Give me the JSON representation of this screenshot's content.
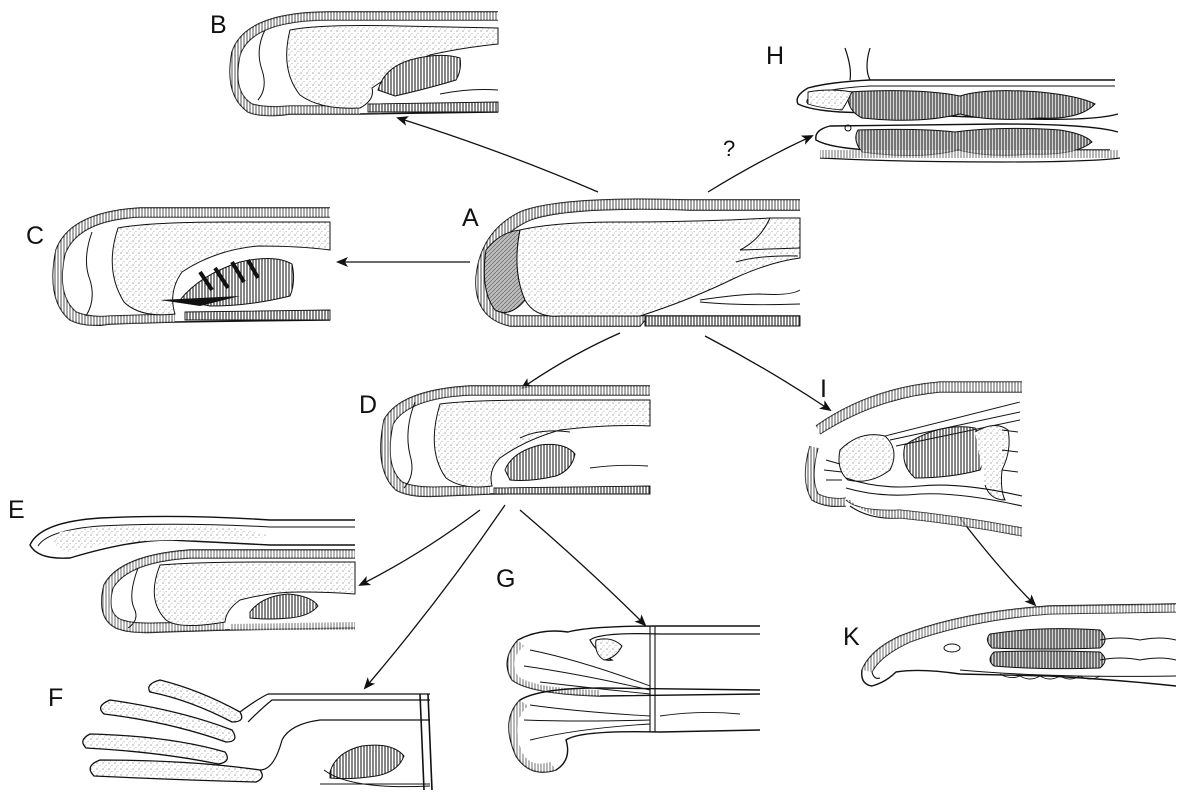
{
  "labels": {
    "A": "A",
    "B": "B",
    "C": "C",
    "D": "D",
    "E": "E",
    "F": "F",
    "G": "G",
    "H": "H",
    "I": "I",
    "K": "K"
  },
  "uncertain_mark": "?",
  "colors": {
    "ink": "#111111",
    "stipple": "#8a8a8a",
    "dark_fill": "#6a6a6a"
  }
}
